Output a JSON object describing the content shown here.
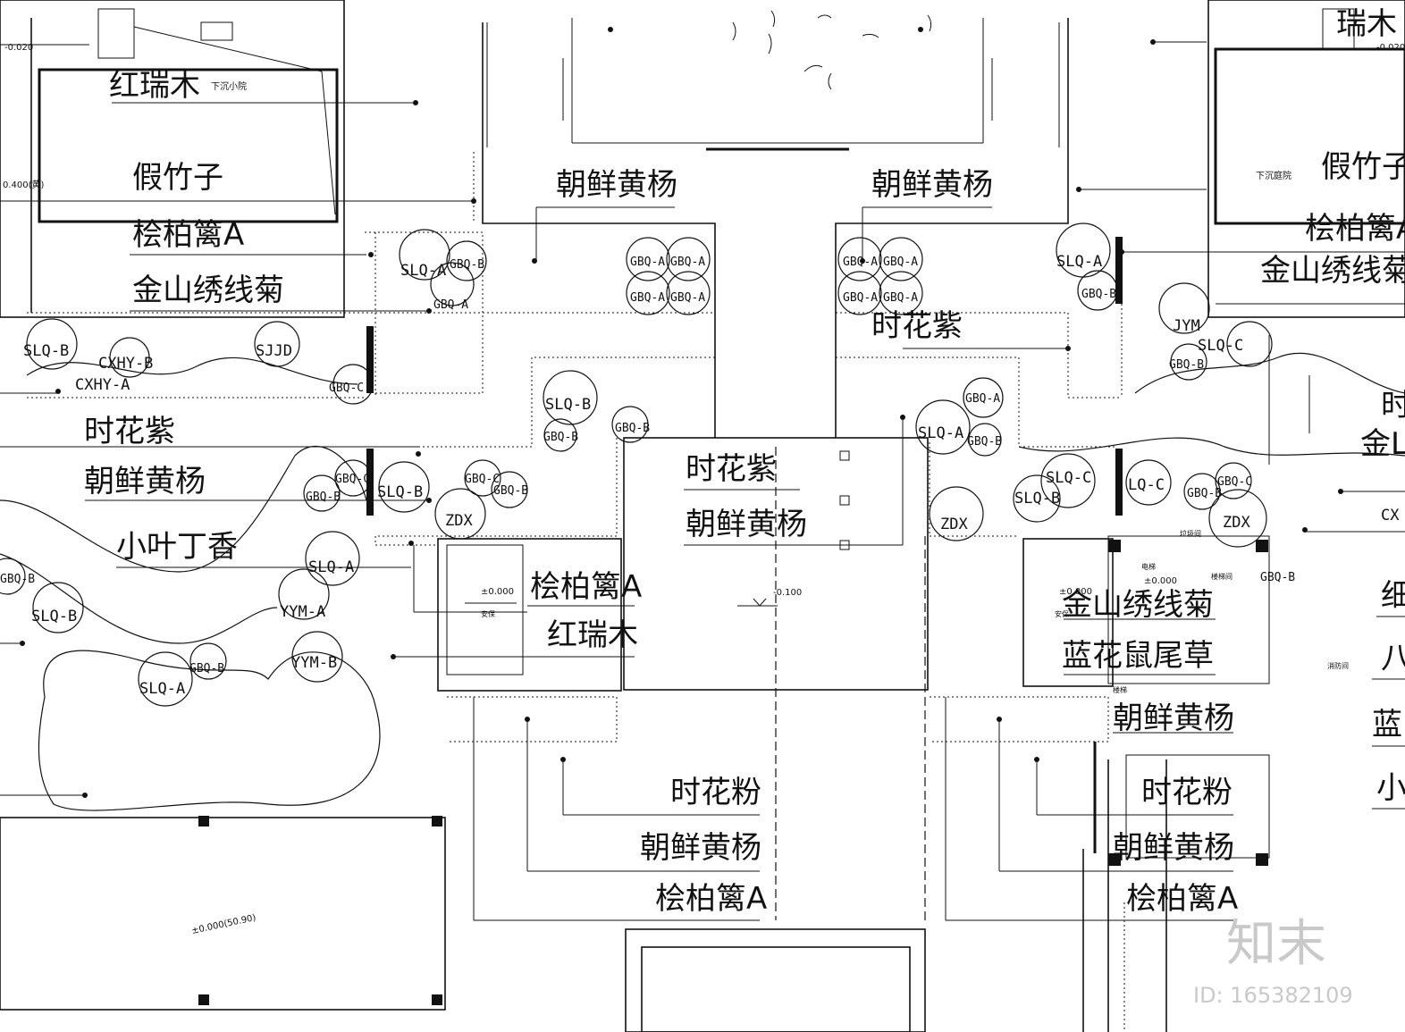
{
  "plant_labels": {
    "l1": "红瑞木",
    "l2": "假竹子",
    "l3": "桧柏篱A",
    "l4": "金山绣线菊",
    "l5": "时花紫",
    "l6": "朝鲜黄杨",
    "l7": "小叶丁香",
    "l8": "朝鲜黄杨",
    "l9": "朝鲜黄杨",
    "l10": "时花紫",
    "l11": "时花紫",
    "l12": "朝鲜黄杨",
    "l13": "桧柏篱A",
    "l14": "红瑞木",
    "l15": "金山绣线菊",
    "l16": "蓝花鼠尾草",
    "l17": "朝鲜黄杨",
    "l18": "时花粉",
    "l19": "朝鲜黄杨",
    "l20": "桧柏篱A",
    "l21": "时花粉",
    "l22": "朝鲜黄杨",
    "l23": "桧柏篱A",
    "l24": "假竹子",
    "l25": "桧柏篱A",
    "l26": "金山绣线菊",
    "r_partial_1": "时",
    "r_partial_2": "金L",
    "r_partial_3": "CX",
    "r_partial_4": "细",
    "r_partial_5": "八",
    "r_partial_6": "蓝",
    "r_partial_7": "小",
    "top_right_partial": "瑞木"
  },
  "tree_codes": {
    "c1": "SLQ-A",
    "c2": "GBQ-B",
    "c3": "GBQ-A",
    "c4": "GBQ-A",
    "c5": "GBQ-A",
    "c6": "GBQ-A",
    "c7": "GBQ-A",
    "c8": "GBQ-A",
    "c9": "GBQ-A",
    "c10": "GBQ-A",
    "c11": "GBQ-A",
    "c12": "SLQ-A",
    "c13": "GBQ-B",
    "c14": "JYM",
    "c15": "SLQ-C",
    "c16": "GBQ-B",
    "c17": "SLQ-B",
    "c18": "CXHY-B",
    "c19": "CXHY-A",
    "c20": "SJJD",
    "c21": "GBQ-C",
    "c22": "SLQ-B",
    "c23": "GBQ-B",
    "c24": "GBQ-B",
    "c25": "GBQ-A",
    "c26": "SLQ-A",
    "c27": "GBQ-B",
    "c28": "GBQ-C",
    "c29": "GBQ-B",
    "c30": "SLQ-B",
    "c31": "GBQ-C",
    "c32": "GBQ-B",
    "c33": "ZDX",
    "c34": "SLQ-C",
    "c35": "SLQ-B",
    "c36": "ZDX",
    "c37": "LQ-C",
    "c38": "GBQ-B",
    "c39": "GBQ-C",
    "c40": "ZDX",
    "c41": "GBQ-B",
    "c42": "SLQ-A",
    "c43": "SLQ-B",
    "c44": "YYM-A",
    "c45": "YYM-B",
    "c46": "GBQ-B",
    "c47": "SLQ-A",
    "c48": "GBQ-B"
  },
  "annotations": {
    "elev_top_left": "-0.020",
    "elev_left": "0.400(黄)",
    "sunken_left": "下沉小院",
    "sunken_right": "下沉庭院",
    "elev_center": "-0.100",
    "elev_left_room": "±0.000",
    "elev_right_room": "±0.000",
    "elev_right_small": "±0.000",
    "elev_bottom": "±0.000(50.90)",
    "elev_top_right": "-0.020",
    "room_left": "安保",
    "room_right": "安保",
    "right_note_1": "电梯",
    "right_note_2": "楼梯间",
    "right_note_3": "消防间",
    "right_note_4": "垃圾间",
    "right_note_5": "楼梯"
  },
  "watermark": {
    "logo_text": "知末",
    "id_text": "ID: 165382109"
  }
}
